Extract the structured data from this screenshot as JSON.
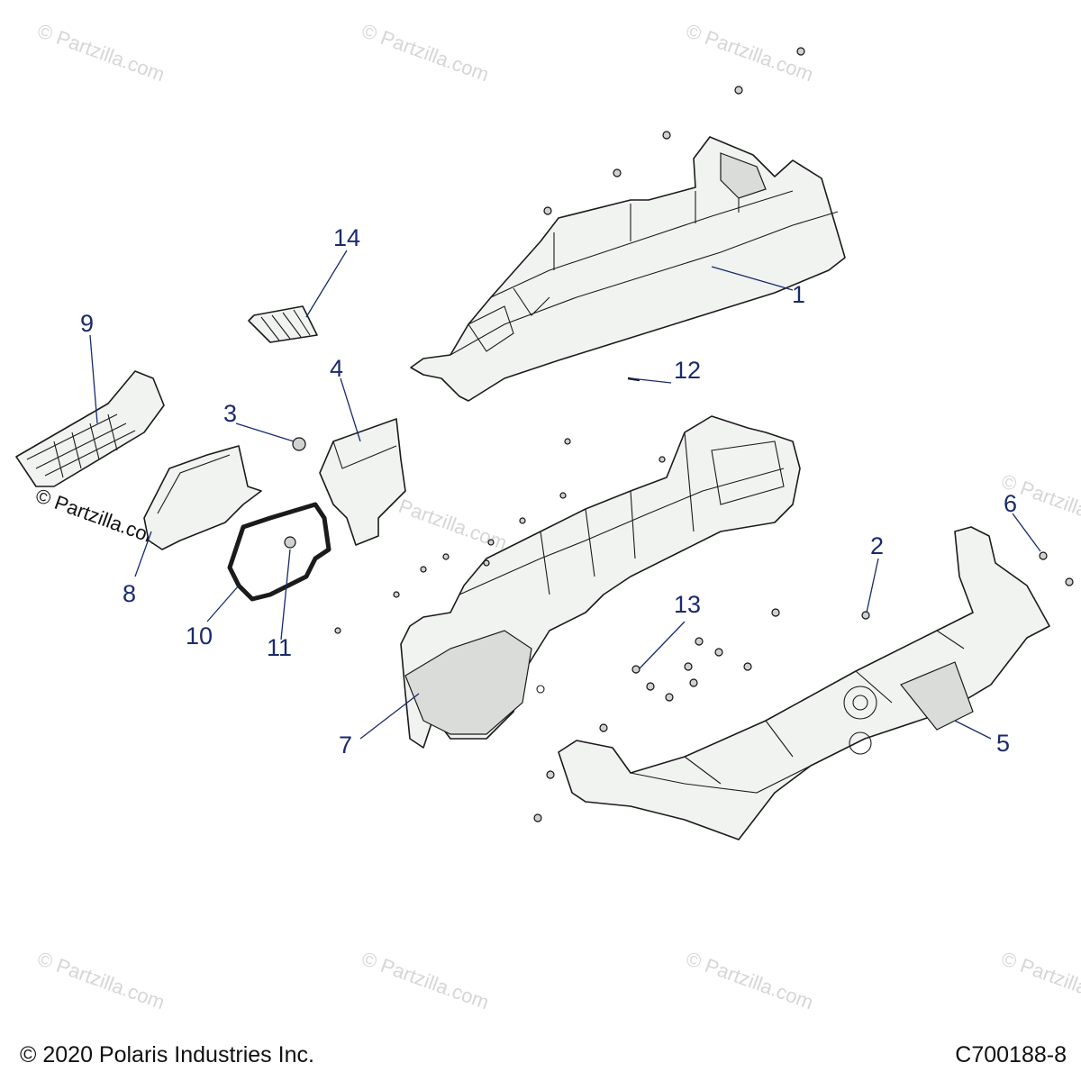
{
  "watermark": "© Partzilla.com",
  "footer": {
    "copyright": "© 2020 Polaris Industries Inc.",
    "diagram_id": "C700188-8"
  },
  "callouts": [
    "1",
    "2",
    "3",
    "4",
    "5",
    "6",
    "7",
    "8",
    "9",
    "10",
    "11",
    "12",
    "13",
    "14"
  ]
}
